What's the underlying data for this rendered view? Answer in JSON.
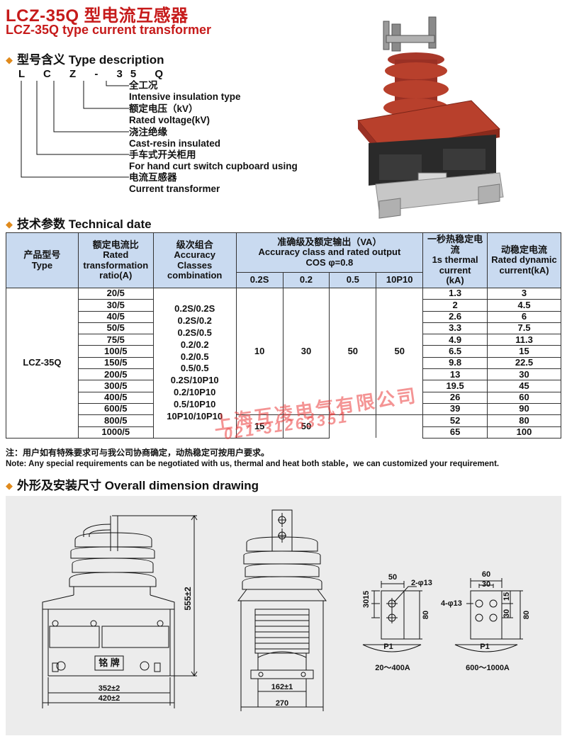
{
  "header": {
    "title_cn": "LCZ-35Q 型电流互感器",
    "title_en": "LCZ-35Q type current transformer"
  },
  "type_description": {
    "heading": "型号含义 Type description",
    "code_letters": "L C Z - 35 Q",
    "items": [
      {
        "cn": "全工况",
        "en": "Intensive insulation type"
      },
      {
        "cn": "额定电压（kV）",
        "en": "Rated voltage(kV)"
      },
      {
        "cn": "浇注绝缘",
        "en": "Cast-resin insulated"
      },
      {
        "cn": "手车式开关柜用",
        "en": "For hand curt switch cupboard using"
      },
      {
        "cn": "电流互感器",
        "en": "Current transformer"
      }
    ]
  },
  "technical": {
    "heading": "技术参数 Technical date",
    "headers": {
      "model_cn": "产品型号",
      "model_en": "Type",
      "ratio_cn": "额定电流比",
      "ratio_en1": "Rated",
      "ratio_en2": "transformation",
      "ratio_en3": "ratio(A)",
      "class_cn": "级次组合",
      "class_en1": "Accuracy",
      "class_en2": "Classes",
      "class_en3": "combination",
      "acc_cn": "准确级及额定输出（VA）",
      "acc_en": "Accuracy class and rated output",
      "acc_cos": "COS φ=0.8",
      "c1": "0.2S",
      "c2": "0.2",
      "c3": "0.5",
      "c4": "10P10",
      "thermal_cn": "一秒热稳定电流",
      "thermal_en1": "1s thermal current",
      "thermal_en2": "(kA)",
      "dyn_cn": "动稳定电流",
      "dyn_en1": "Rated dynamic",
      "dyn_en2": "current(kA)"
    },
    "model": "LCZ-35Q",
    "classes": [
      "0.2S/0.2S",
      "0.2S/0.2",
      "0.2S/0.5",
      "0.2/0.2",
      "0.2/0.5",
      "0.5/0.5",
      "0.2S/10P10",
      "0.2/10P10",
      "0.5/10P10",
      "10P10/10P10"
    ],
    "output_main": [
      "10",
      "30",
      "50",
      "50"
    ],
    "output_low": [
      "15",
      "50"
    ],
    "rows": [
      {
        "ratio": "20/5",
        "thermal": "1.3",
        "dynamic": "3"
      },
      {
        "ratio": "30/5",
        "thermal": "2",
        "dynamic": "4.5"
      },
      {
        "ratio": "40/5",
        "thermal": "2.6",
        "dynamic": "6"
      },
      {
        "ratio": "50/5",
        "thermal": "3.3",
        "dynamic": "7.5"
      },
      {
        "ratio": "75/5",
        "thermal": "4.9",
        "dynamic": "11.3"
      },
      {
        "ratio": "100/5",
        "thermal": "6.5",
        "dynamic": "15"
      },
      {
        "ratio": "150/5",
        "thermal": "9.8",
        "dynamic": "22.5"
      },
      {
        "ratio": "200/5",
        "thermal": "13",
        "dynamic": "30"
      },
      {
        "ratio": "300/5",
        "thermal": "19.5",
        "dynamic": "45"
      },
      {
        "ratio": "400/5",
        "thermal": "26",
        "dynamic": "60"
      },
      {
        "ratio": "600/5",
        "thermal": "39",
        "dynamic": "90"
      },
      {
        "ratio": "800/5",
        "thermal": "52",
        "dynamic": "80"
      },
      {
        "ratio": "1000/5",
        "thermal": "65",
        "dynamic": "100"
      }
    ]
  },
  "note": {
    "cn": "注：用户如有特殊要求可与我公司协商确定，动热稳定可按用户要求。",
    "en": "Note: Any special requirements can be negotiated with us, thermal and heat both stable，we can customized your requirement."
  },
  "drawing": {
    "heading": "外形及安装尺寸 Overall dimension drawing",
    "dim_height": "555±2",
    "dim_w1": "352±2",
    "dim_w2": "420±2",
    "dim_w3": "162±1",
    "dim_w4": "270",
    "nameplate": "铭 牌",
    "d1_50": "50",
    "d1_holes": "2-φ13",
    "d1_30": "30",
    "d1_15": "15",
    "d1_80": "80",
    "d1_p1": "P1",
    "d1_range": "20～400A",
    "d2_60": "60",
    "d2_30a": "30",
    "d2_holes": "4-φ13",
    "d2_30b": "30",
    "d2_15": "15",
    "d2_80": "80",
    "d2_p1": "P1",
    "d2_range": "600～1000A"
  },
  "watermark": {
    "company": "上海互凌电气有限公司",
    "phone": "021-31263351"
  },
  "colors": {
    "title": "#c61a1a",
    "bullet": "#e08a1c",
    "table_header": "#c9daf0",
    "insulator": "#b8402c"
  }
}
